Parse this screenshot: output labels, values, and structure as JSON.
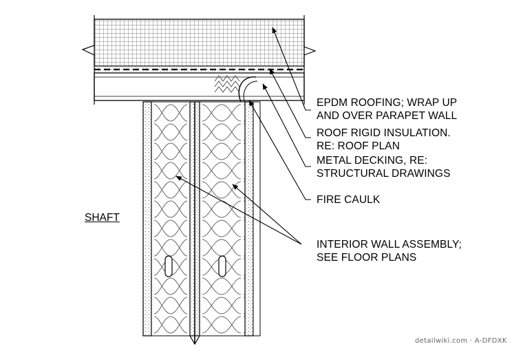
{
  "callouts": {
    "epdm": {
      "line1": "EPDM ROOFING; WRAP UP",
      "line2": "AND OVER PARAPET WALL"
    },
    "insulation": {
      "line1": "ROOF RIGID INSULATION.",
      "line2": "RE: ROOF PLAN"
    },
    "decking": {
      "line1": "METAL DECKING, RE:",
      "line2": "STRUCTURAL DRAWINGS"
    },
    "fire_caulk": {
      "line1": "FIRE CAULK"
    },
    "interior_wall": {
      "line1": "INTERIOR WALL ASSEMBLY;",
      "line2": "SEE FLOOR PLANS"
    }
  },
  "room_label": "SHAFT",
  "credit": "detailwiki.com · A-DFDXK"
}
